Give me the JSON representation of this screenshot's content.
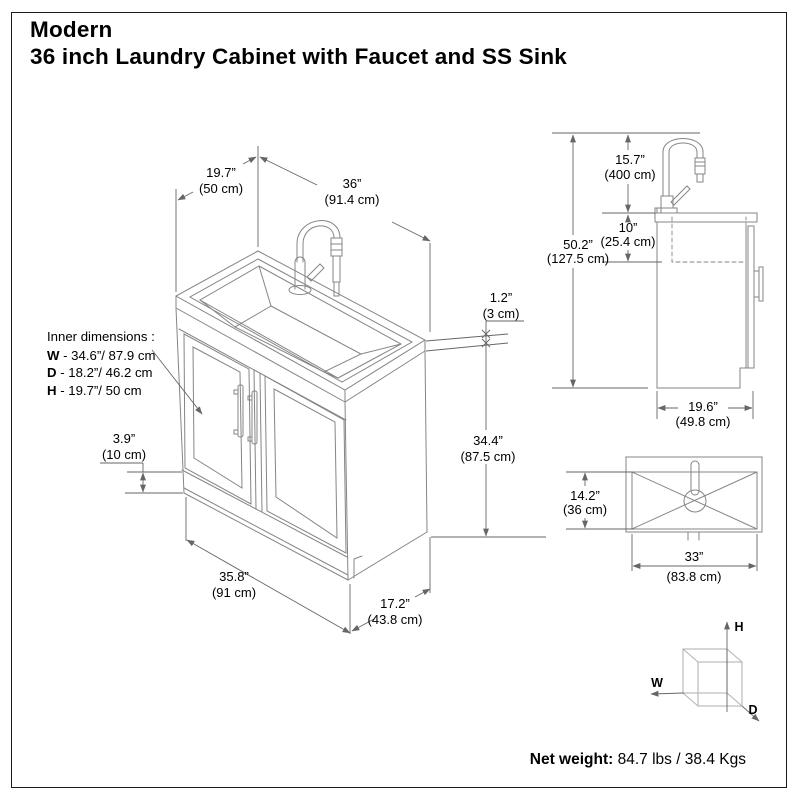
{
  "title": {
    "line1": "Modern",
    "line2": "36 inch Laundry Cabinet with Faucet and SS Sink"
  },
  "iso": {
    "dim_depth_top": {
      "in": "19.7”",
      "cm": "(50 cm)"
    },
    "dim_width_top": {
      "in": "36”",
      "cm": "(91.4 cm)"
    },
    "dim_counter": {
      "in": "1.2”",
      "cm": "(3 cm)"
    },
    "dim_body_height": {
      "in": "34.4”",
      "cm": "(87.5 cm)"
    },
    "dim_toe_kick": {
      "in": "3.9”",
      "cm": "(10 cm)"
    },
    "dim_width_bottom": {
      "in": "35.8”",
      "cm": "(91 cm)"
    },
    "dim_depth_bottom": {
      "in": "17.2”",
      "cm": "(43.8 cm)"
    }
  },
  "inner_dimensions": {
    "heading": "Inner dimensions  :",
    "rows": [
      {
        "key": "W",
        "text": " - 34.6”/ 87.9 cm"
      },
      {
        "key": "D",
        "text": " - 18.2”/ 46.2 cm"
      },
      {
        "key": "H",
        "text": " - 19.7”/ 50 cm"
      }
    ]
  },
  "side": {
    "dim_total_height": {
      "in": "50.2”",
      "cm": "(127.5 cm)"
    },
    "dim_faucet_height": {
      "in": "15.7”",
      "cm": "(400 cm)"
    },
    "dim_bowl_depth": {
      "in": "10”",
      "cm": "(25.4 cm)"
    },
    "dim_depth": {
      "in": "19.6”",
      "cm": "(49.8 cm)"
    }
  },
  "top": {
    "dim_bowl_front_back": {
      "in": "14.2”",
      "cm": "(36 cm)"
    },
    "dim_bowl_width": {
      "in": "33”",
      "cm": "(83.8 cm)"
    }
  },
  "axes": {
    "h": "H",
    "w": "W",
    "d": "D"
  },
  "footer": {
    "net_weight_label": "Net weight:",
    "net_weight_value": " 84.7 lbs / 38.4 Kgs"
  },
  "colors": {
    "object": "#858585",
    "dim": "#666666",
    "cube": "#b5b5b5",
    "text": "#000000"
  }
}
